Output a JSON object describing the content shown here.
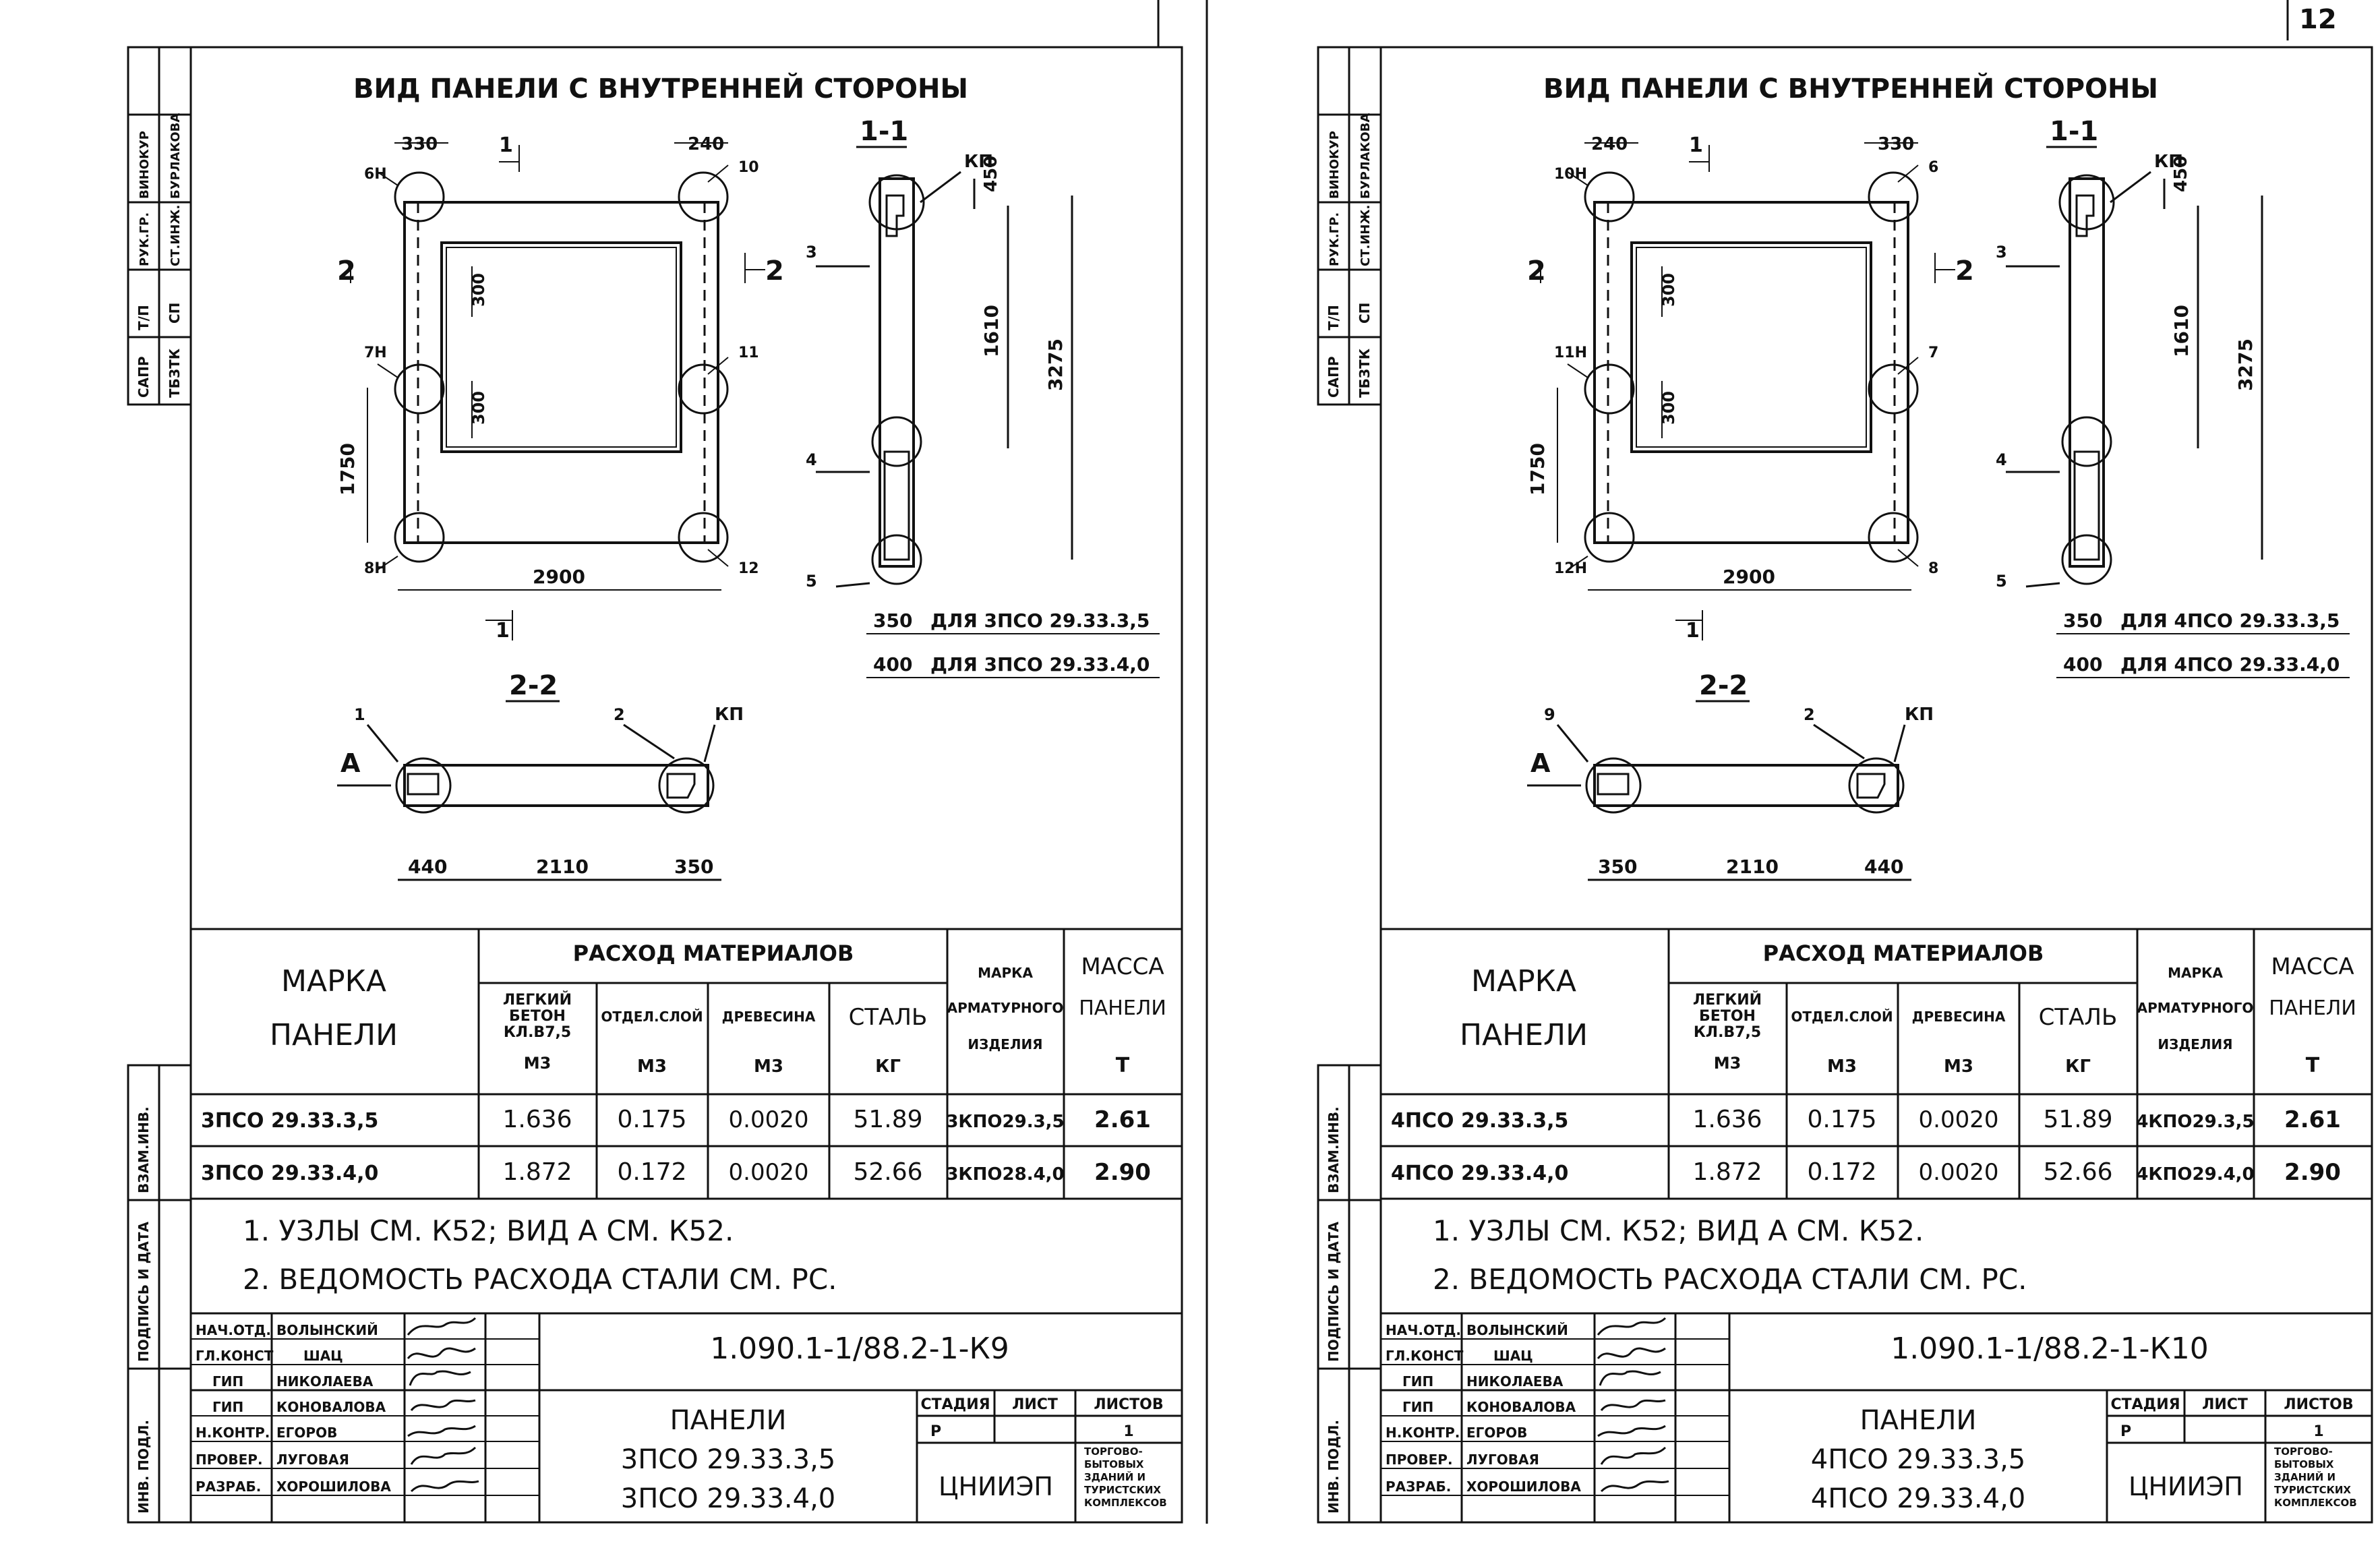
{
  "page_number": "12",
  "sheets": [
    {
      "id": "k9",
      "side_stamp": {
        "sapr": "САПР",
        "tbztk": "ТБЗТК",
        "tp": "Т/П",
        "sp": "СП",
        "rukgr": "РУК.ГР.",
        "stinzh": "СТ.ИНЖ.",
        "vinokur": "ВИНОКУР",
        "burlakova": "БУРЛАКОВА",
        "vzam": "ВЗАМ.ИНВ.",
        "podpis": "ПОДПИСЬ И ДАТА",
        "inv": "ИНВ. ПОДЛ."
      },
      "drawing": {
        "title": "ВИД ПАНЕЛИ С ВНУТРЕННЕЙ СТОРОНЫ",
        "dim_top_left": "330",
        "dim_top_right": "240",
        "node_tl": "6Н",
        "node_tr": "10",
        "node_ml": "7Н",
        "node_mr": "11",
        "node_bl": "8Н",
        "node_br": "12",
        "cut_1": "1",
        "cut_2": "2",
        "dim_inner_top": "300",
        "dim_inner_bot": "300",
        "dim_height": "1750",
        "dim_width": "2900",
        "section_11_title": "1-1",
        "kp": "КП",
        "dim_450": "450",
        "dim_1610": "1610",
        "dim_3275": "3275",
        "sec_node_3": "3",
        "sec_node_4": "4",
        "sec_node_5": "5",
        "dim_350": "350",
        "note_350": "ДЛЯ 3ПСО 29.33.3,5",
        "dim_400": "400",
        "note_400": "ДЛЯ 3ПСО 29.33.4,0",
        "section_22_title": "2-2",
        "s22_node_a": "1",
        "s22_node_b": "2",
        "s22_kp": "КП",
        "view_a": "А",
        "s22_dim_a": "440",
        "s22_dim_b": "2110",
        "s22_dim_c": "350"
      },
      "table": {
        "mark_header": "МАРКА ПАНЕЛИ",
        "materials_header": "РАСХОД МАТЕРИАЛОВ",
        "col_concrete": "ЛЕГКИЙ БЕТОН КЛ.В7,5",
        "col_concrete_unit": "М3",
        "col_insul": "ОТДЕЛ.СЛОЙ",
        "col_insul_unit": "М3",
        "col_wood": "ДРЕВЕСИНА",
        "col_wood_unit": "М3",
        "col_steel": "СТАЛЬ",
        "col_steel_unit": "КГ",
        "col_rebar": "МАРКА АРМАТУРНОГО ИЗДЕЛИЯ",
        "col_mass": "МАССА ПАНЕЛИ",
        "col_mass_unit": "Т",
        "rows": [
          {
            "mark": "3ПСО 29.33.3,5",
            "concrete": "1.636",
            "insul": "0.175",
            "wood": "0.0020",
            "steel": "51.89",
            "rebar": "3КПО29.3,5",
            "mass": "2.61"
          },
          {
            "mark": "3ПСО 29.33.4,0",
            "concrete": "1.872",
            "insul": "0.172",
            "wood": "0.0020",
            "steel": "52.66",
            "rebar": "3КПО28.4,0",
            "mass": "2.90"
          }
        ]
      },
      "notes": [
        "1. УЗЛЫ СМ. К52; ВИД А СМ. К52.",
        "2. ВЕДОМОСТЬ РАСХОДА СТАЛИ СМ. РС."
      ],
      "title_block": {
        "code": "1.090.1-1/88.2-1-К9",
        "staff": [
          {
            "role": "НАЧ.ОТД.",
            "name": "ВОЛЫНСКИЙ"
          },
          {
            "role": "ГЛ.КОНСТ",
            "name": "ШАЦ"
          },
          {
            "role": "ГИП",
            "name": "НИКОЛАЕВА"
          },
          {
            "role": "ГИП",
            "name": "КОНОВАЛОВА"
          },
          {
            "role": "Н.КОНТР.",
            "name": "ЕГОРОВ"
          },
          {
            "role": "ПРОВЕР.",
            "name": "ЛУГОВАЯ"
          },
          {
            "role": "РАЗРАБ.",
            "name": "ХОРОШИЛОВА"
          }
        ],
        "name_line1": "ПАНЕЛИ",
        "name_line2": "3ПСО 29.33.3,5",
        "name_line3": "3ПСО 29.33.4,0",
        "stage_label": "СТАДИЯ",
        "sheet_label": "ЛИСТ",
        "sheets_label": "ЛИСТОВ",
        "stage": "Р",
        "sheets_count": "1",
        "org": "ЦНИИЭП",
        "org_desc1": "ТОРГОВО-",
        "org_desc2": "БЫТОВЫХ",
        "org_desc3": "ЗДАНИЙ И",
        "org_desc4": "ТУРИСТСКИХ",
        "org_desc5": "КОМПЛЕКСОВ"
      }
    },
    {
      "id": "k10",
      "side_stamp": {
        "sapr": "САПР",
        "tbztk": "ТБЗТК",
        "tp": "Т/П",
        "sp": "СП",
        "rukgr": "РУК.ГР.",
        "stinzh": "СТ.ИНЖ.",
        "vinokur": "ВИНОКУР",
        "burlakova": "БУРЛАКОВА",
        "vzam": "ВЗАМ.ИНВ.",
        "podpis": "ПОДПИСЬ И ДАТА",
        "inv": "ИНВ. ПОДЛ."
      },
      "drawing": {
        "title": "ВИД ПАНЕЛИ С ВНУТРЕННЕЙ СТОРОНЫ",
        "dim_top_left": "240",
        "dim_top_right": "330",
        "node_tl": "10Н",
        "node_tr": "6",
        "node_ml": "11Н",
        "node_mr": "7",
        "node_bl": "12Н",
        "node_br": "8",
        "cut_1": "1",
        "cut_2": "2",
        "dim_inner_top": "300",
        "dim_inner_bot": "300",
        "dim_height": "1750",
        "dim_width": "2900",
        "section_11_title": "1-1",
        "kp": "КП",
        "dim_450": "450",
        "dim_1610": "1610",
        "dim_3275": "3275",
        "sec_node_3": "3",
        "sec_node_4": "4",
        "sec_node_5": "5",
        "dim_350": "350",
        "note_350": "ДЛЯ 4ПСО 29.33.3,5",
        "dim_400": "400",
        "note_400": "ДЛЯ 4ПСО 29.33.4,0",
        "section_22_title": "2-2",
        "s22_node_a": "9",
        "s22_node_b": "2",
        "s22_kp": "КП",
        "view_a": "А",
        "s22_dim_a": "350",
        "s22_dim_b": "2110",
        "s22_dim_c": "440"
      },
      "table": {
        "mark_header": "МАРКА ПАНЕЛИ",
        "materials_header": "РАСХОД МАТЕРИАЛОВ",
        "col_concrete": "ЛЕГКИЙ БЕТОН КЛ.В7,5",
        "col_concrete_unit": "М3",
        "col_insul": "ОТДЕЛ.СЛОЙ",
        "col_insul_unit": "М3",
        "col_wood": "ДРЕВЕСИНА",
        "col_wood_unit": "М3",
        "col_steel": "СТАЛЬ",
        "col_steel_unit": "КГ",
        "col_rebar": "МАРКА АРМАТУРНОГО ИЗДЕЛИЯ",
        "col_mass": "МАССА ПАНЕЛИ",
        "col_mass_unit": "Т",
        "rows": [
          {
            "mark": "4ПСО 29.33.3,5",
            "concrete": "1.636",
            "insul": "0.175",
            "wood": "0.0020",
            "steel": "51.89",
            "rebar": "4КПО29.3,5",
            "mass": "2.61"
          },
          {
            "mark": "4ПСО 29.33.4,0",
            "concrete": "1.872",
            "insul": "0.172",
            "wood": "0.0020",
            "steel": "52.66",
            "rebar": "4КПО29.4,0",
            "mass": "2.90"
          }
        ]
      },
      "notes": [
        "1. УЗЛЫ СМ. К52; ВИД А СМ. К52.",
        "2. ВЕДОМОСТЬ РАСХОДА СТАЛИ СМ. РС."
      ],
      "title_block": {
        "code": "1.090.1-1/88.2-1-К10",
        "staff": [
          {
            "role": "НАЧ.ОТД.",
            "name": "ВОЛЫНСКИЙ"
          },
          {
            "role": "ГЛ.КОНСТ",
            "name": "ШАЦ"
          },
          {
            "role": "ГИП",
            "name": "НИКОЛАЕВА"
          },
          {
            "role": "ГИП",
            "name": "КОНОВАЛОВА"
          },
          {
            "role": "Н.КОНТР.",
            "name": "ЕГОРОВ"
          },
          {
            "role": "ПРОВЕР.",
            "name": "ЛУГОВАЯ"
          },
          {
            "role": "РАЗРАБ.",
            "name": "ХОРОШИЛОВА"
          }
        ],
        "name_line1": "ПАНЕЛИ",
        "name_line2": "4ПСО 29.33.3,5",
        "name_line3": "4ПСО 29.33.4,0",
        "stage_label": "СТАДИЯ",
        "sheet_label": "ЛИСТ",
        "sheets_label": "ЛИСТОВ",
        "stage": "Р",
        "sheets_count": "1",
        "org": "ЦНИИЭП",
        "org_desc1": "ТОРГОВО-",
        "org_desc2": "БЫТОВЫХ",
        "org_desc3": "ЗДАНИЙ И",
        "org_desc4": "ТУРИСТСКИХ",
        "org_desc5": "КОМПЛЕКСОВ"
      }
    }
  ]
}
